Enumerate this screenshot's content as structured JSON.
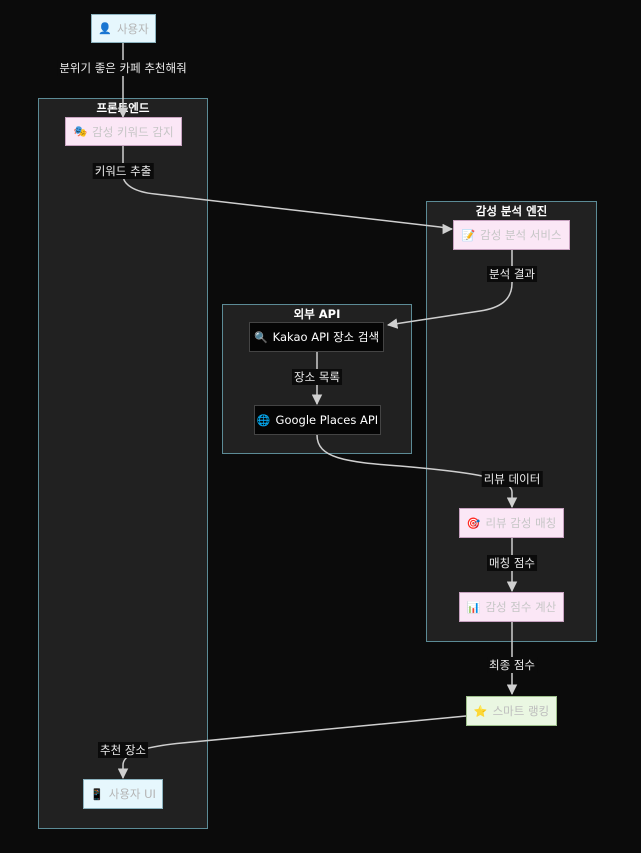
{
  "clusters": {
    "frontend": "프론트엔드",
    "engine": "감성 분석 엔진",
    "external": "외부 API"
  },
  "nodes": {
    "user": {
      "icon": "👤",
      "label": "사용자"
    },
    "detect": {
      "icon": "🎭",
      "label": "감성 키워드 감지"
    },
    "analysis": {
      "icon": "📝",
      "label": "감성 분석 서비스"
    },
    "kakao": {
      "icon": "🔍",
      "label": "Kakao API 장소 검색"
    },
    "google": {
      "icon": "🌐",
      "label": "Google Places API"
    },
    "match": {
      "icon": "🎯",
      "label": "리뷰 감성 매칭"
    },
    "score": {
      "icon": "📊",
      "label": "감성 점수 계산"
    },
    "ranking": {
      "icon": "⭐",
      "label": "스마트 랭킹"
    },
    "ui": {
      "icon": "📱",
      "label": "사용자 UI"
    }
  },
  "edges": {
    "user_detect": "분위기 좋은 카페 추천해줘",
    "detect_analysis": "키워드 추출",
    "analysis_kakao": "분석 결과",
    "kakao_google": "장소 목록",
    "google_match": "리뷰 데이터",
    "match_score": "매칭 점수",
    "score_ranking": "최종 점수",
    "ranking_ui": "추천 장소"
  }
}
